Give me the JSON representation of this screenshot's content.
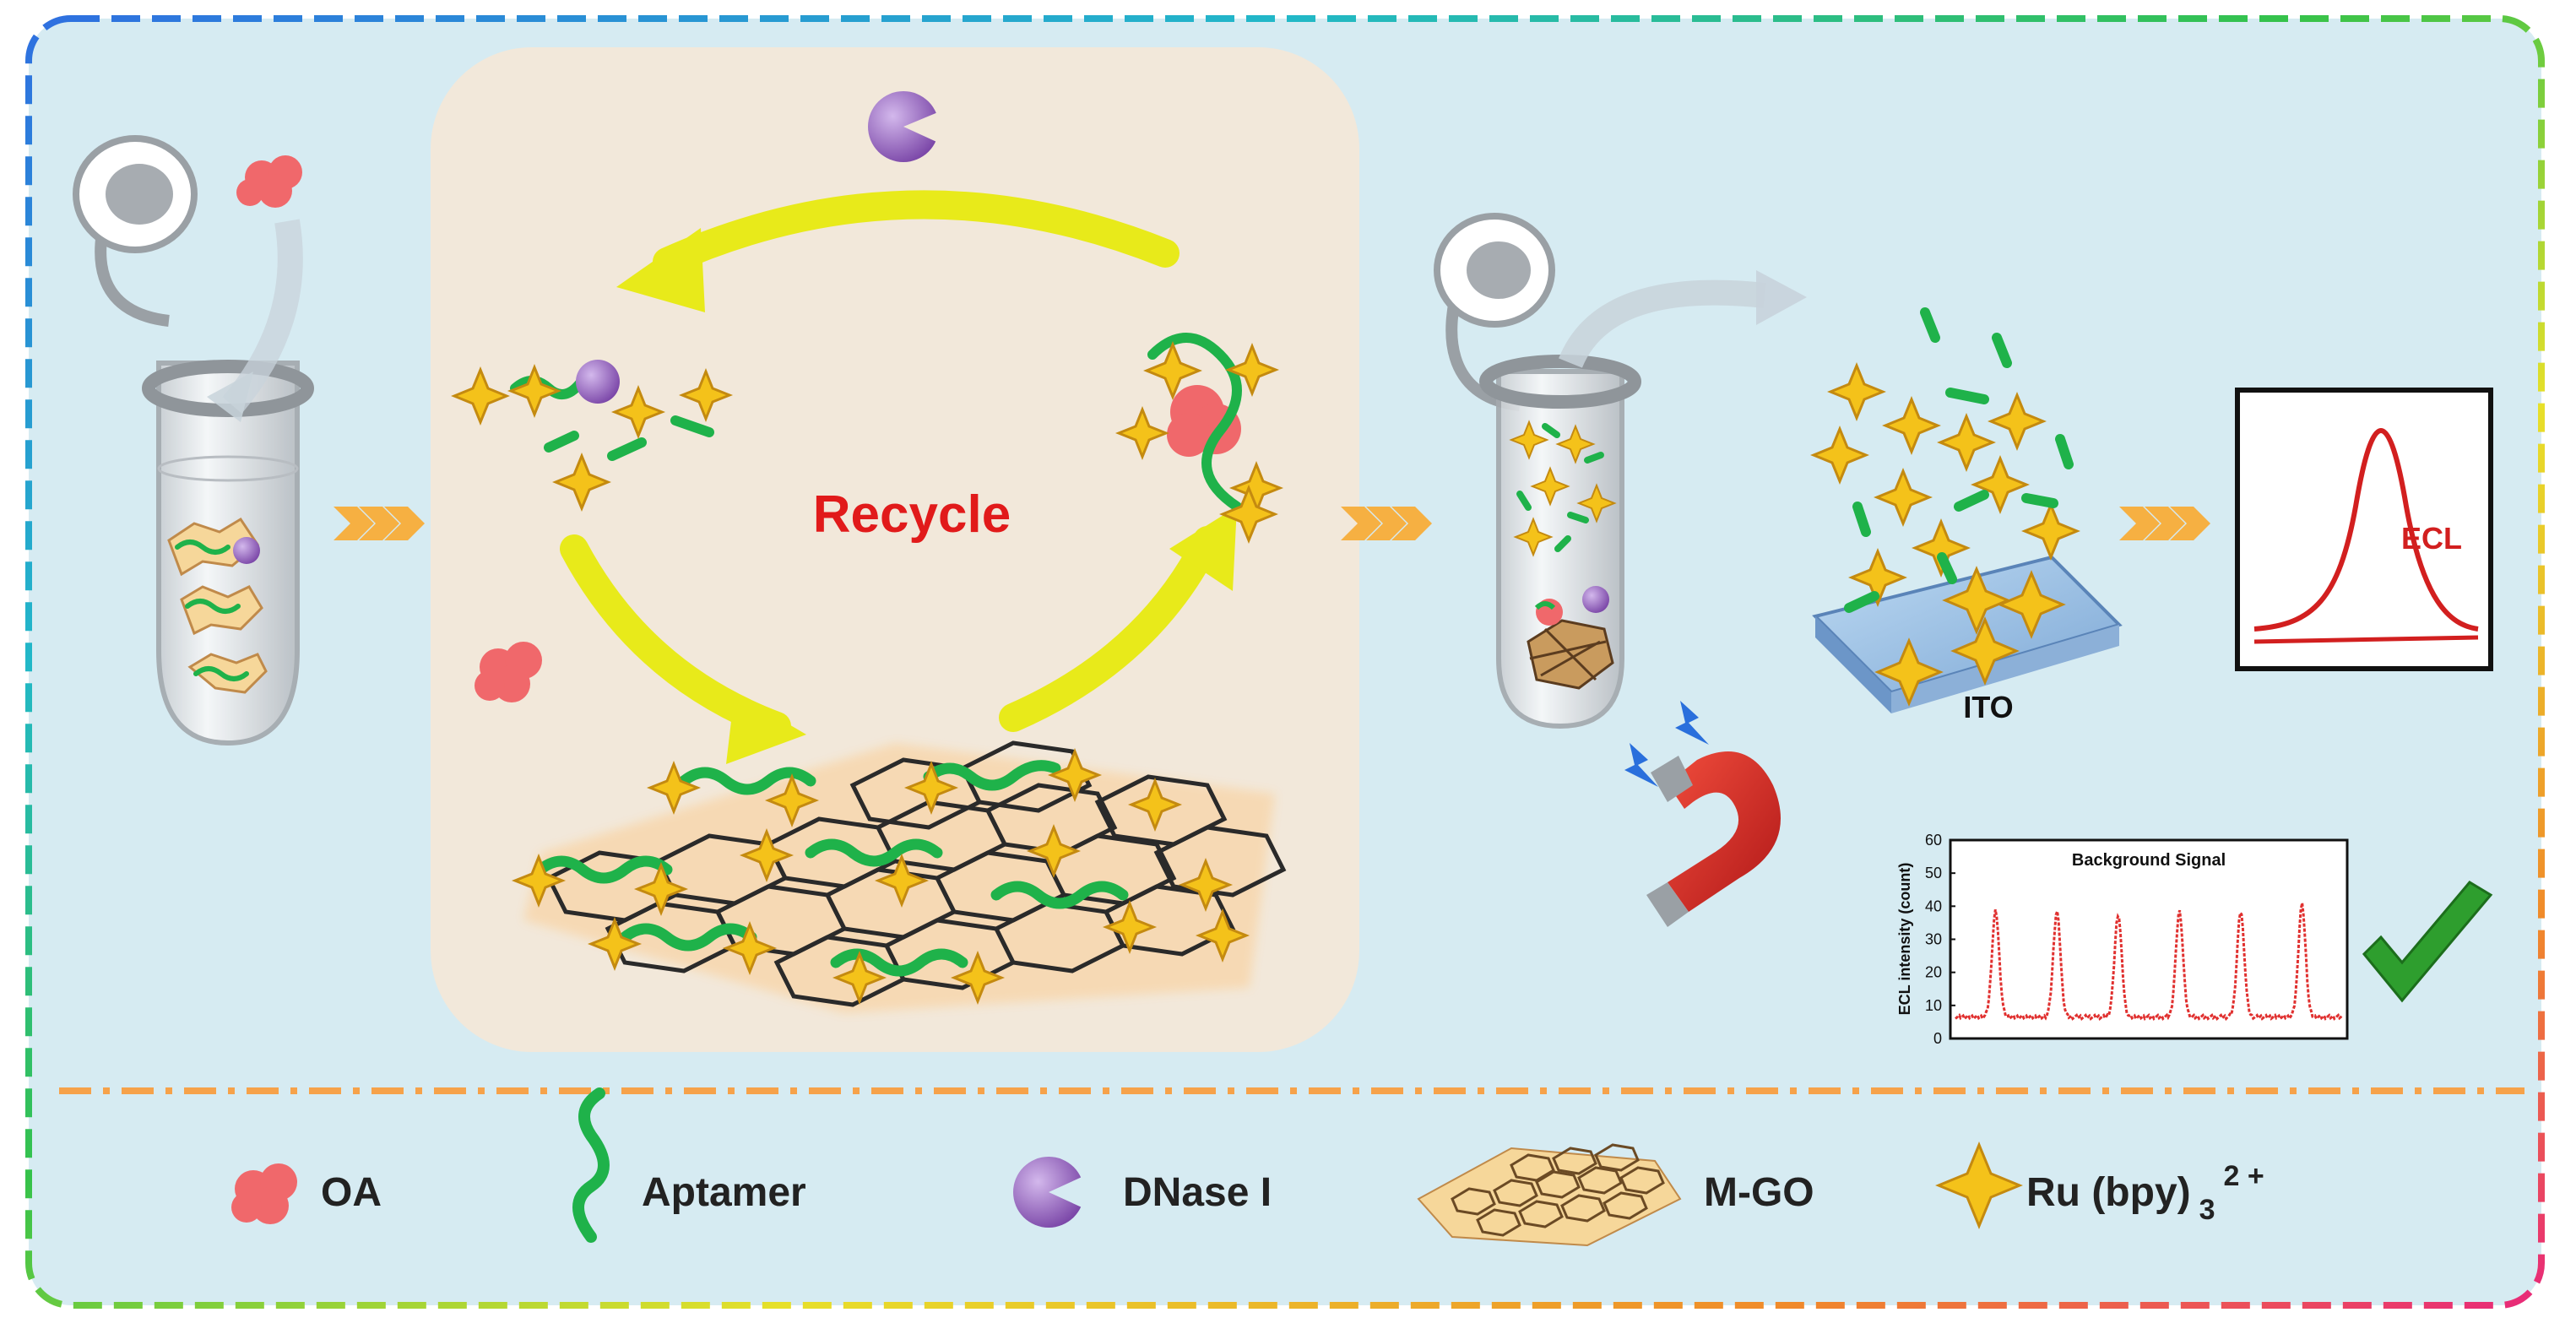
{
  "labels": {
    "recycle": "Recycle",
    "ito": "ITO",
    "ecl": "ECL",
    "inset_title": "Background Signal",
    "inset_ylabel": "ECL intensity (count)"
  },
  "inset": {
    "y_ticks": [
      "0",
      "10",
      "20",
      "30",
      "40",
      "50",
      "60"
    ],
    "ylim": [
      0,
      60
    ],
    "baseline": 6,
    "peak_heights": [
      38,
      38,
      37,
      38,
      38,
      40
    ]
  },
  "legend": {
    "oa": "OA",
    "aptamer": "Aptamer",
    "dnase": "DNase I",
    "mgo": "M-GO",
    "ru_main": "Ru (bpy)",
    "ru_sub": "3",
    "ru_sup": "2 +"
  },
  "colors": {
    "panel_bg": "#d6ebf2",
    "recycle_bg": "#f2e8da",
    "arrow_yellow": "#e8ea1a",
    "chevron_orange": "#f6b042",
    "aptamer_green": "#1fb24a",
    "star_gold": "#f4c21a",
    "enzyme_purple": "#8c5db7",
    "oa_red": "#f0686b",
    "ecl_red": "#d21f1f",
    "check_green": "#2e9e2e"
  }
}
